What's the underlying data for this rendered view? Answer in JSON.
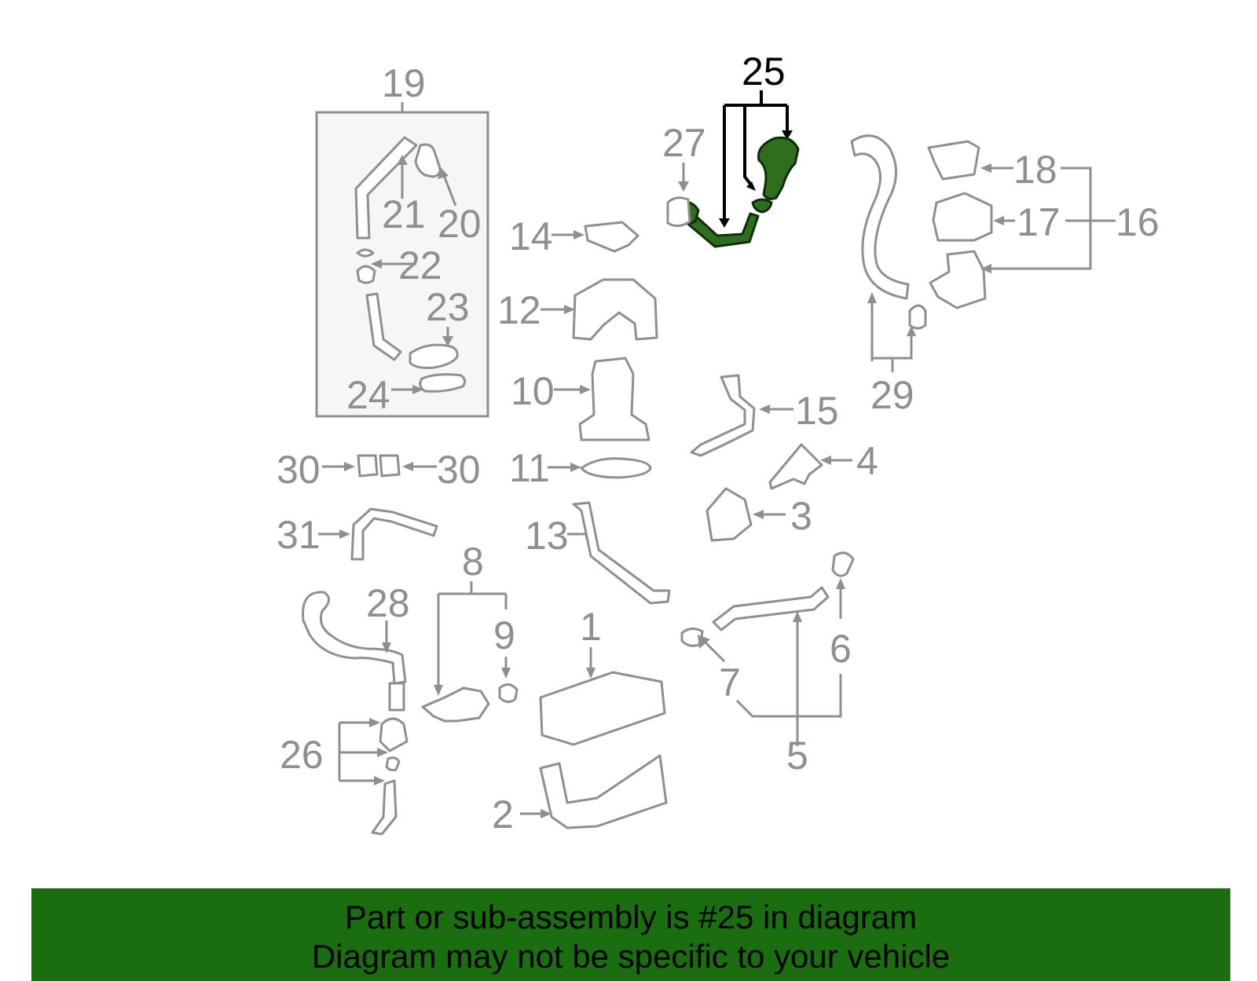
{
  "diagram": {
    "highlighted_callout": "25",
    "callouts": [
      "1",
      "2",
      "3",
      "4",
      "5",
      "6",
      "7",
      "8",
      "9",
      "10",
      "11",
      "12",
      "13",
      "14",
      "15",
      "16",
      "17",
      "18",
      "19",
      "20",
      "21",
      "22",
      "23",
      "24",
      "25",
      "26",
      "27",
      "28",
      "29",
      "30",
      "30",
      "31"
    ],
    "colors": {
      "line": "#8f8f8f",
      "highlight_fill": "#2f6e1e",
      "highlight_outline": "#0e2e0a",
      "banner": "#1a6e0f"
    }
  },
  "banner": {
    "line1": "Part or sub-assembly is #25 in diagram",
    "line2": "Diagram may not be specific to your vehicle"
  }
}
